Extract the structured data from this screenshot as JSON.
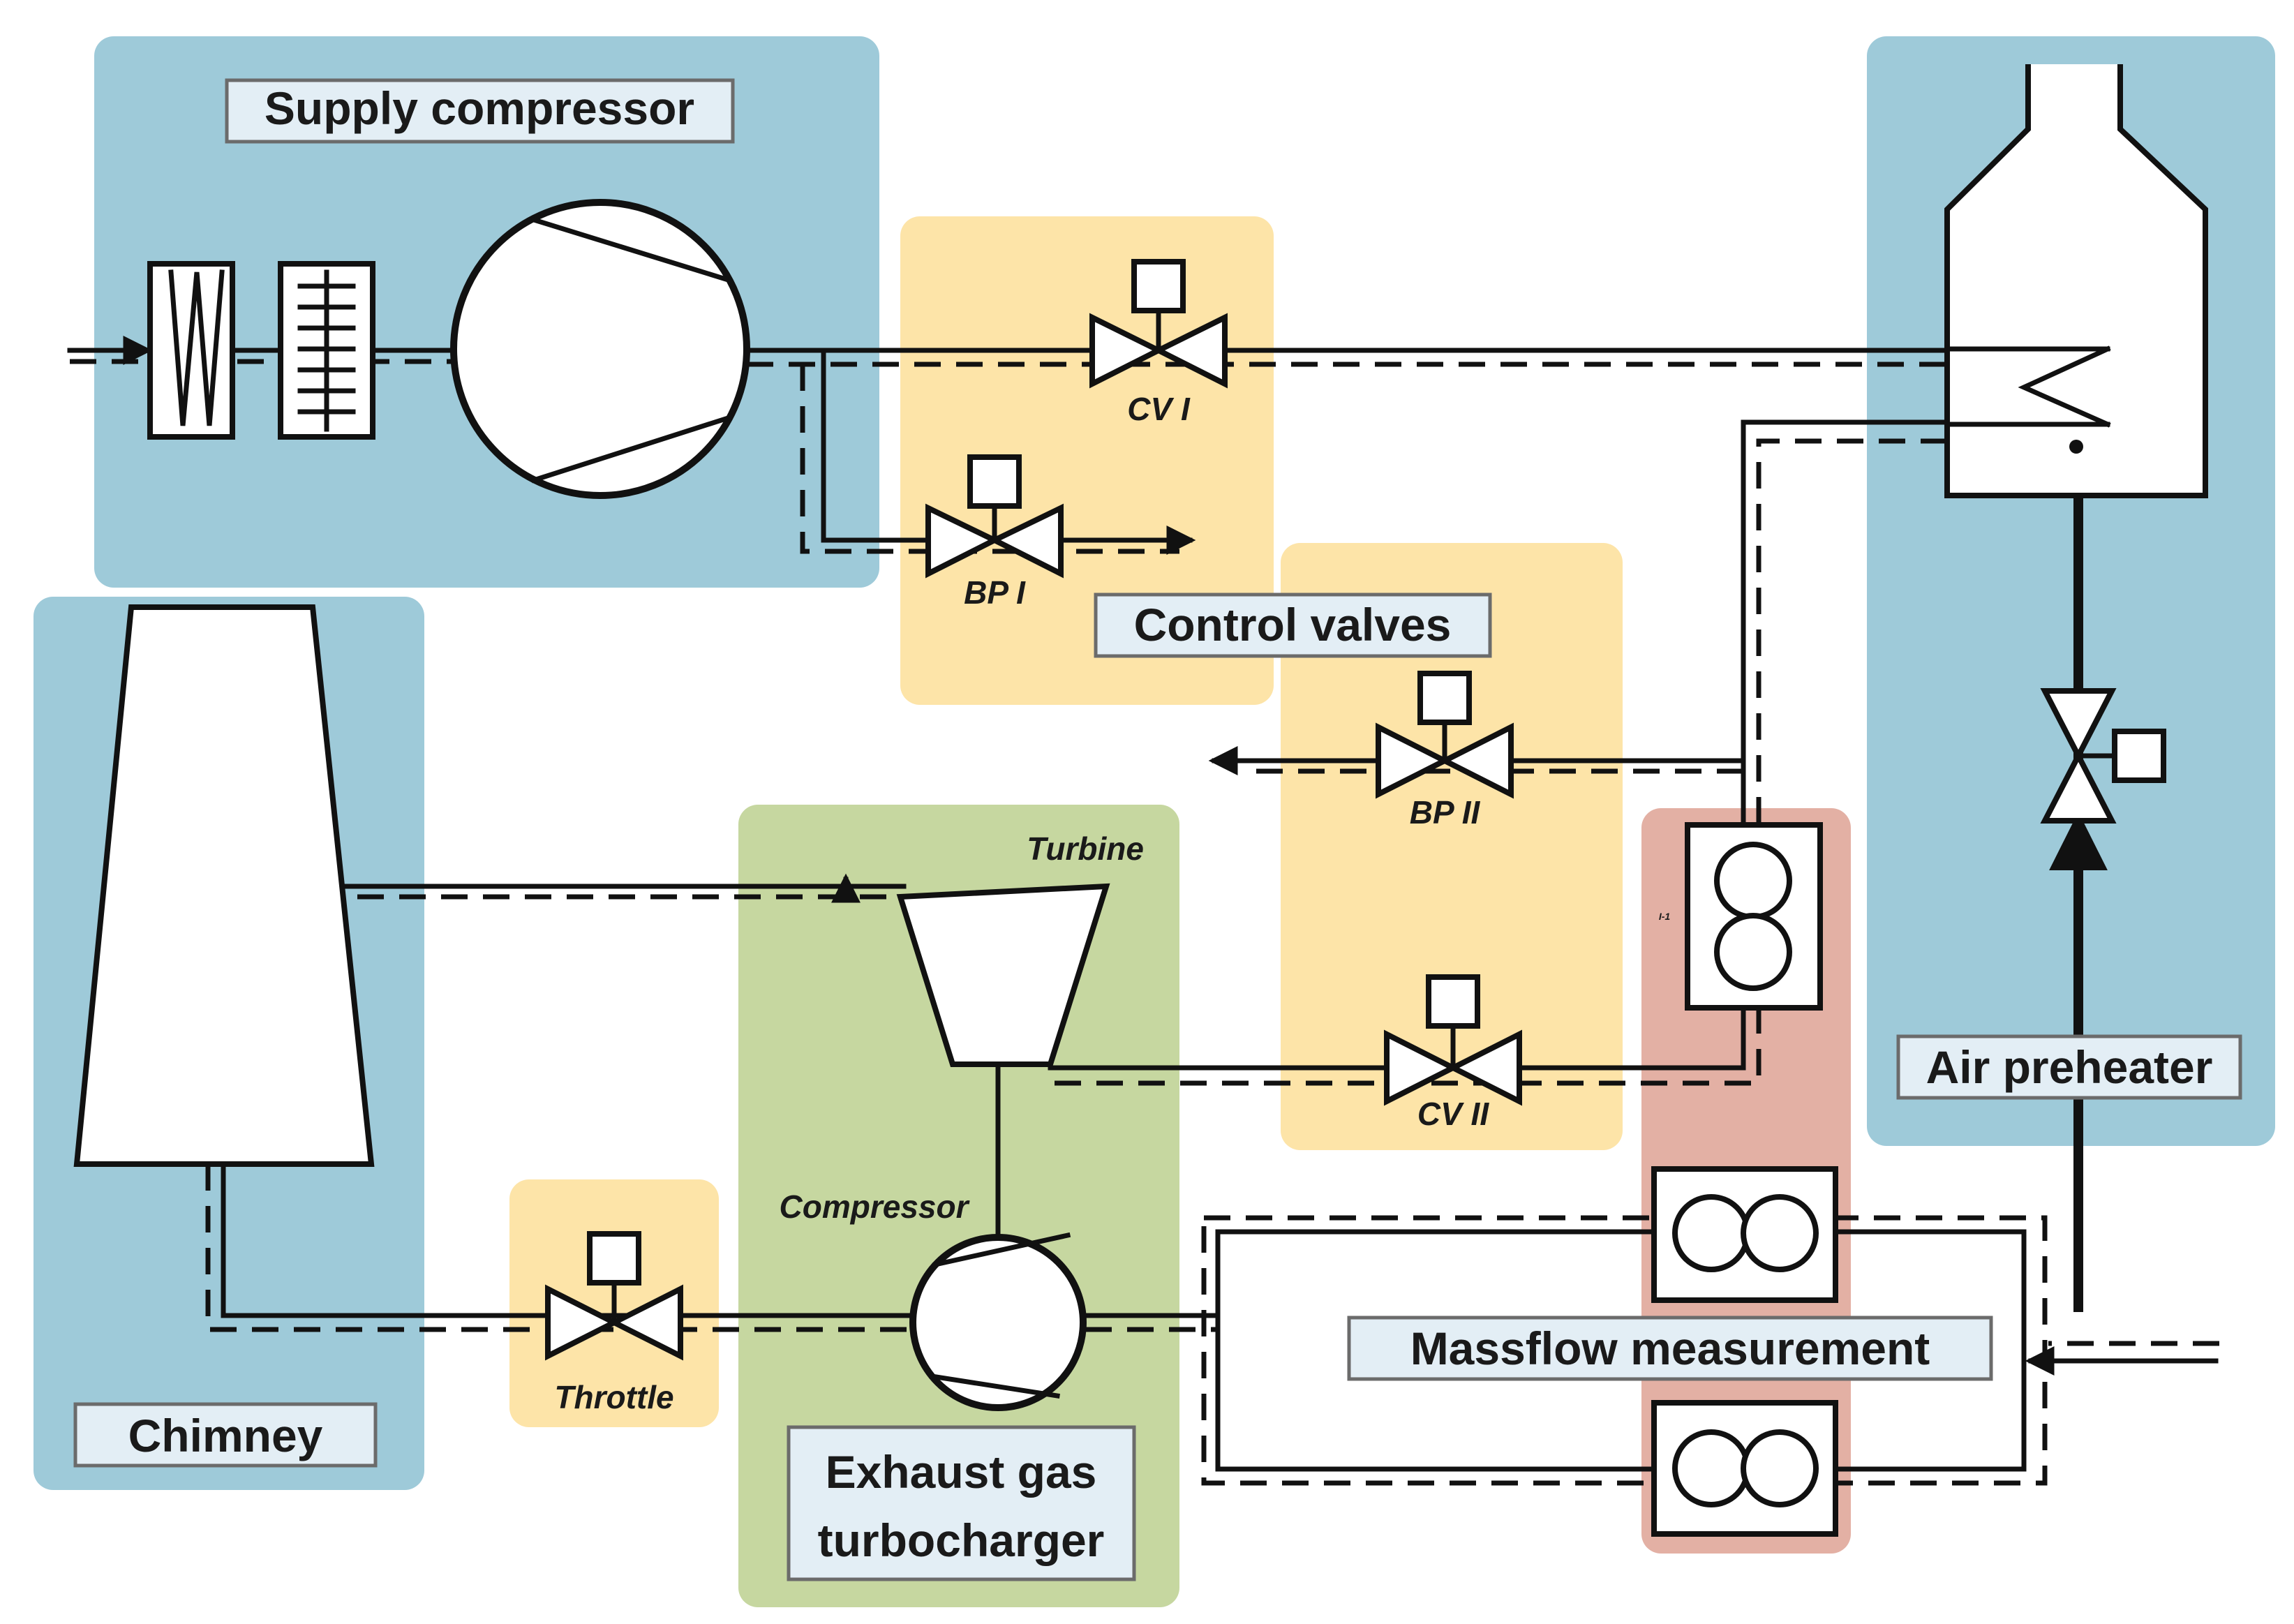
{
  "labels": {
    "supply_compressor": "Supply compressor",
    "control_valves": "Control valves",
    "air_preheater": "Air preheater",
    "chimney": "Chimney",
    "massflow": "Massflow measurement",
    "turbocharger_1": "Exhaust gas",
    "turbocharger_2": "turbocharger"
  },
  "tags": {
    "cv1": "CV I",
    "bp1": "BP I",
    "bp2": "BP II",
    "cv2": "CV II",
    "turbine": "Turbine",
    "compressor": "Compressor",
    "throttle": "Throttle",
    "tiny": "I-1"
  },
  "colors": {
    "blue": "#9ecad9",
    "yellow": "#fde4a8",
    "green": "#c6d7a0",
    "red": "#e3b0a4"
  }
}
